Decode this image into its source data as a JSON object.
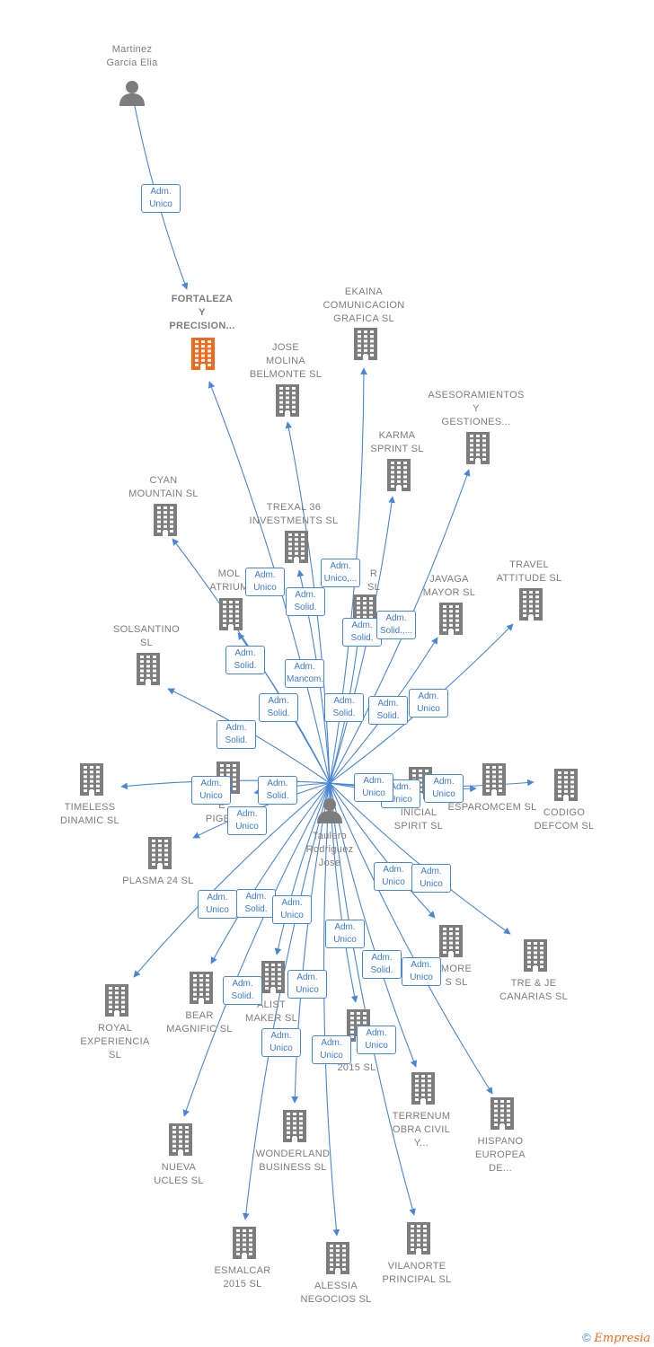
{
  "brand": {
    "symbol": "©",
    "name": "Empresia"
  },
  "colors": {
    "edge": "#4a86d6",
    "company": "#7d7d7d",
    "highlight": "#f26b1d"
  },
  "nodes": [
    {
      "id": "martinez",
      "type": "person",
      "label": "Martinez\nGarcia Elia"
    },
    {
      "id": "taulero",
      "type": "person",
      "label": "Taulero\nRodriguez\nJose"
    },
    {
      "id": "fortaleza",
      "type": "company-highlight",
      "label": "FORTALEZA\nY\nPRECISION..."
    },
    {
      "id": "ekaina",
      "type": "company",
      "label": "EKAINA\nCOMUNICACION\nGRAFICA SL"
    },
    {
      "id": "jose_molina",
      "type": "company",
      "label": "JOSE\nMOLINA\nBELMONTE SL"
    },
    {
      "id": "asesoramientos",
      "type": "company",
      "label": "ASESORAMIENTOS\nY\nGESTIONES..."
    },
    {
      "id": "karma",
      "type": "company",
      "label": "KARMA\nSPRINT SL"
    },
    {
      "id": "cyan",
      "type": "company",
      "label": "CYAN\nMOUNTAIN SL"
    },
    {
      "id": "trexal",
      "type": "company",
      "label": "TREXAL 36\nINVESTMENTS SL"
    },
    {
      "id": "mol_atrium",
      "type": "company",
      "label": "MOL\nATRIUM"
    },
    {
      "id": "r_sl",
      "type": "company",
      "label": "R\nSL"
    },
    {
      "id": "javaga",
      "type": "company",
      "label": "JAVAGA\nMAYOR SL"
    },
    {
      "id": "travel",
      "type": "company",
      "label": "TRAVEL\nATTITUDE SL"
    },
    {
      "id": "solsantino",
      "type": "company",
      "label": "SOLSANTINO\nSL"
    },
    {
      "id": "timeless",
      "type": "company",
      "label": "TIMELESS\nDINAMIC SL"
    },
    {
      "id": "pigeo",
      "type": "company",
      "label": "E\nPIGEO"
    },
    {
      "id": "plasma",
      "type": "company",
      "label": "PLASMA 24 SL"
    },
    {
      "id": "inicial",
      "type": "company",
      "label": "INICIAL\nSPIRIT SL"
    },
    {
      "id": "esparomcem",
      "type": "company",
      "label": "ESPAROMCEM SL"
    },
    {
      "id": "codigo",
      "type": "company",
      "label": "CODIGO\nDEFCOM SL"
    },
    {
      "id": "more",
      "type": "company",
      "label": "MORE\nS SL"
    },
    {
      "id": "tre_je",
      "type": "company",
      "label": "TRE & JE\nCANARIAS SL"
    },
    {
      "id": "royal",
      "type": "company",
      "label": "ROYAL\nEXPERIENCIA\nSL"
    },
    {
      "id": "bear",
      "type": "company",
      "label": "BEAR\nMAGNIFIC SL"
    },
    {
      "id": "alist",
      "type": "company",
      "label": "ALIST\nMAKER SL"
    },
    {
      "id": "c2015",
      "type": "company",
      "label": "2015 SL"
    },
    {
      "id": "terrenum",
      "type": "company",
      "label": "TERRENUM\nOBRA CIVIL\nY..."
    },
    {
      "id": "hispano",
      "type": "company",
      "label": "HISPANO\nEUROPEA\nDE..."
    },
    {
      "id": "nueva",
      "type": "company",
      "label": "NUEVA\nUCLES SL"
    },
    {
      "id": "wonderland",
      "type": "company",
      "label": "WONDERLAND\nBUSINESS SL"
    },
    {
      "id": "esmalcar",
      "type": "company",
      "label": "ESMALCAR\n2015 SL"
    },
    {
      "id": "alessia",
      "type": "company",
      "label": "ALESSIA\nNEGOCIOS SL"
    },
    {
      "id": "vilanorte",
      "type": "company",
      "label": "VILANORTE\nPRINCIPAL SL"
    }
  ],
  "edges": [
    {
      "from": "martinez",
      "to": "fortaleza",
      "label": "Adm.\nUnico"
    },
    {
      "from": "taulero",
      "to": "fortaleza",
      "label": "Adm.\nUnico"
    },
    {
      "from": "taulero",
      "to": "ekaina",
      "label": "Adm.\nSolid."
    },
    {
      "from": "taulero",
      "to": "jose_molina",
      "label": "Adm.\nSolid."
    },
    {
      "from": "taulero",
      "to": "asesoramientos",
      "label": "Adm.\nSolid.,..."
    },
    {
      "from": "taulero",
      "to": "karma",
      "label": "Adm.\nSolid."
    },
    {
      "from": "taulero",
      "to": "cyan",
      "label": "Adm.\nSolid."
    },
    {
      "from": "taulero",
      "to": "trexal",
      "label": "Adm.\nMancom."
    },
    {
      "from": "taulero",
      "to": "mol_atrium",
      "label": "Adm.\nSolid."
    },
    {
      "from": "taulero",
      "to": "r_sl",
      "label": "Adm.\nUnico,..."
    },
    {
      "from": "taulero",
      "to": "javaga",
      "label": "Adm.\nSolid."
    },
    {
      "from": "taulero",
      "to": "travel",
      "label": "Adm.\nUnico"
    },
    {
      "from": "taulero",
      "to": "solsantino",
      "label": "Adm.\nSolid."
    },
    {
      "from": "taulero",
      "to": "timeless",
      "label": "Adm.\nUnico"
    },
    {
      "from": "taulero",
      "to": "pigeo",
      "label": "Adm.\nSolid."
    },
    {
      "from": "taulero",
      "to": "plasma",
      "label": "Adm.\nUnico"
    },
    {
      "from": "taulero",
      "to": "inicial",
      "label": "Adm.\nUnico"
    },
    {
      "from": "taulero",
      "to": "esparomcem",
      "label": "Adm.\nUnico"
    },
    {
      "from": "taulero",
      "to": "codigo",
      "label": "Adm.\nUnico"
    },
    {
      "from": "taulero",
      "to": "more",
      "label": "Adm.\nUnico"
    },
    {
      "from": "taulero",
      "to": "tre_je",
      "label": "Adm.\nUnico"
    },
    {
      "from": "taulero",
      "to": "royal",
      "label": "Adm.\nUnico"
    },
    {
      "from": "taulero",
      "to": "bear",
      "label": "Adm.\nSolid."
    },
    {
      "from": "taulero",
      "to": "alist",
      "label": "Adm.\nUnico"
    },
    {
      "from": "taulero",
      "to": "c2015",
      "label": "Adm.\nUnico"
    },
    {
      "from": "taulero",
      "to": "terrenum",
      "label": "Adm.\nSolid."
    },
    {
      "from": "taulero",
      "to": "hispano",
      "label": "Adm.\nUnico"
    },
    {
      "from": "taulero",
      "to": "nueva",
      "label": "Adm.\nSolid."
    },
    {
      "from": "taulero",
      "to": "wonderland",
      "label": "Adm.\nUnico"
    },
    {
      "from": "taulero",
      "to": "esmalcar",
      "label": "Adm.\nUnico"
    },
    {
      "from": "taulero",
      "to": "alessia",
      "label": "Adm.\nUnico"
    },
    {
      "from": "taulero",
      "to": "vilanorte",
      "label": "Adm.\nUnico"
    }
  ]
}
